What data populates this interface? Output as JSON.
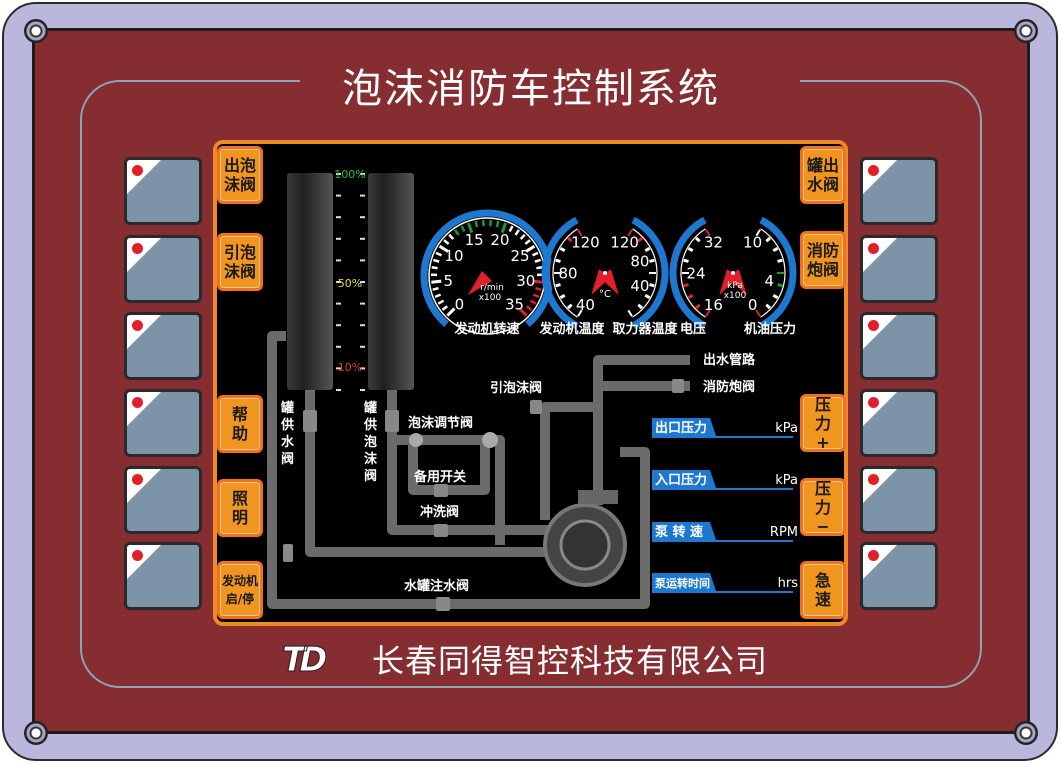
{
  "title": "泡沫消防车控制系统",
  "company": "长春同得智控科技有限公司",
  "logo": "TD",
  "colors": {
    "panel": "#852d30",
    "frame": "#b9b7db",
    "accent": "#f0951f",
    "gauge_arc": "#1e78d0",
    "alarm": "#e3202a",
    "ok": "#1a9a30"
  },
  "left_buttons": [
    {
      "label": "出泡\n沫阀"
    },
    {
      "label": "引泡\n沫阀"
    },
    {
      "label": "帮\n助"
    },
    {
      "label": "照\n明"
    },
    {
      "label": "发动机\n启/停"
    }
  ],
  "right_buttons": [
    {
      "label": "罐出\n水阀"
    },
    {
      "label": "消防\n炮阀"
    },
    {
      "label": "压\n力\n+"
    },
    {
      "label": "压\n力\n−"
    },
    {
      "label": "急\n速"
    }
  ],
  "tank_scale": {
    "top": "100%",
    "mid": "50%",
    "low": "10%"
  },
  "tanks": {
    "water_valve": "罐\n供\n水\n阀",
    "foam_valve": "罐\n供\n泡\n沫\n阀"
  },
  "pipe_labels": {
    "outlet_pipe": "出水管路",
    "monitor_valve": "消防炮阀",
    "foam_intake_valve": "引泡沫阀",
    "foam_regulator": "泡沫调节阀",
    "backup_switch": "备用开关",
    "flush_valve": "冲洗阀",
    "tank_fill_valve": "水罐注水阀"
  },
  "gauges": {
    "rpm": {
      "label": "发动机转速",
      "unit": "r/min",
      "mult": "x100",
      "ticks": [
        "0",
        "5",
        "10",
        "15",
        "20",
        "25",
        "30",
        "35"
      ],
      "value": 0
    },
    "engine_temp": {
      "label": "发动机温度",
      "ticks": [
        "40",
        "80",
        "120"
      ],
      "value": 40
    },
    "pto_temp": {
      "label": "取力器温度",
      "ticks": [
        "40",
        "80",
        "120"
      ],
      "value": 40
    },
    "temp_unit": "°C",
    "voltage": {
      "label": "电压",
      "ticks": [
        "16",
        "24",
        "32"
      ],
      "value": 16
    },
    "oil_pressure": {
      "label": "机油压力",
      "unit": "kPa",
      "mult": "x100",
      "ticks": [
        "0",
        "4",
        "10"
      ],
      "value": 0
    }
  },
  "readouts": [
    {
      "label": "出口压力",
      "unit": "kPa",
      "value": ""
    },
    {
      "label": "入口压力",
      "unit": "kPa",
      "value": ""
    },
    {
      "label": "泵 转 速",
      "unit": "RPM",
      "value": ""
    },
    {
      "label": "泵运转时间",
      "unit": "hrs",
      "value": ""
    }
  ]
}
